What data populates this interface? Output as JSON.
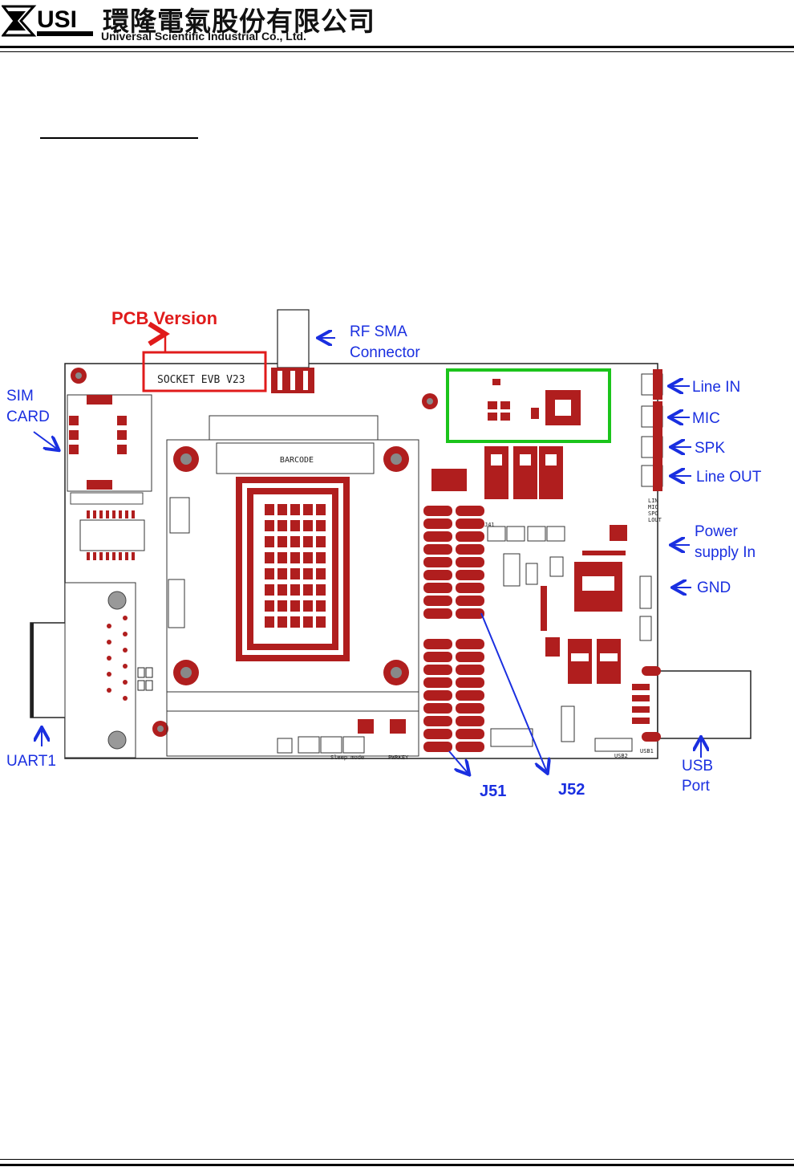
{
  "header": {
    "logo_text": "USI",
    "company_name_cn": "環隆電氣股份有限公司",
    "company_name_en": "Universal Scientific Industrial Co., Ltd."
  },
  "board": {
    "silkscreen_version": "SOCKET EVB V23",
    "barcode_label": "BARCODE",
    "j41_label": "J41",
    "sleep_label": "Sleep mode",
    "pwrkey_label": "PWRKEY",
    "usb1_label": "USB1",
    "usb2_label": "USB2",
    "audio_silk": [
      "LIN",
      "MIC",
      "SPO",
      "LOUT"
    ]
  },
  "callouts": {
    "pcb_version": "PCB Version",
    "rf_sma_line1": "RF SMA",
    "rf_sma_line2": "Connector",
    "sim_line1": "SIM",
    "sim_line2": "CARD",
    "line_in": "Line IN",
    "mic": "MIC",
    "spk": "SPK",
    "line_out": "Line OUT",
    "power_line1": "Power",
    "power_line2": "supply In",
    "gnd": "GND",
    "uart1": "UART1",
    "j51": "J51",
    "j52": "J52",
    "usb_line1": "USB",
    "usb_line2": "Port"
  },
  "colors": {
    "callout_blue": "#1a2fe0",
    "callout_red": "#e01b1b",
    "highlight_green": "#1bc41b",
    "pad_red": "#b01e1e"
  }
}
